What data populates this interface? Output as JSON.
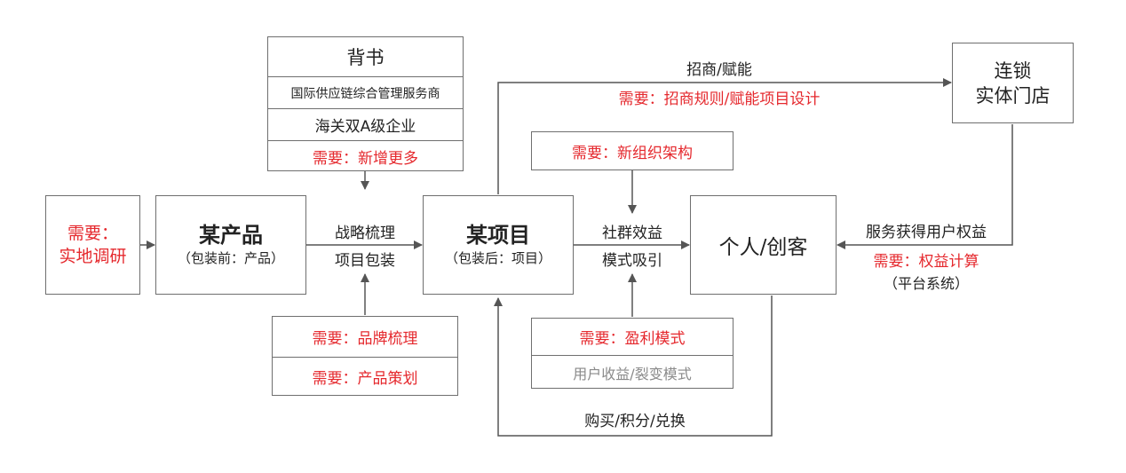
{
  "research": {
    "line1": "需要：",
    "line2": "实地调研"
  },
  "product": {
    "title": "某产品",
    "subtitle": "（包装前：产品）"
  },
  "endorsement": {
    "title": "背书",
    "item1": "国际供应链综合管理服务商",
    "item2": "海关双A级企业",
    "need": "需要：新增更多"
  },
  "strategy": {
    "line1": "战略梳理",
    "line2": "项目包装"
  },
  "brand": {
    "need1": "需要：品牌梳理",
    "need2": "需要：产品策划"
  },
  "project": {
    "title": "某项目",
    "subtitle": "（包装后：项目）"
  },
  "top_flow": {
    "label": "招商/赋能",
    "need": "需要：招商规则/赋能项目设计"
  },
  "organization": {
    "need": "需要：新组织架构"
  },
  "community": {
    "line1": "社群效益",
    "line2": "模式吸引"
  },
  "profit": {
    "need": "需要：盈利模式",
    "item": "用户收益/裂变模式"
  },
  "person": {
    "title": "个人/创客"
  },
  "chain_store": {
    "line1": "连锁",
    "line2": "实体门店"
  },
  "service": {
    "label": "服务获得用户权益",
    "need": "需要：权益计算",
    "note": "（平台系统）"
  },
  "bottom_flow": {
    "label": "购买/积分/兑换"
  },
  "colors": {
    "need_red": "#e5282d",
    "border": "#6f6f6f",
    "text": "#222222",
    "muted": "#8a8a8a"
  }
}
